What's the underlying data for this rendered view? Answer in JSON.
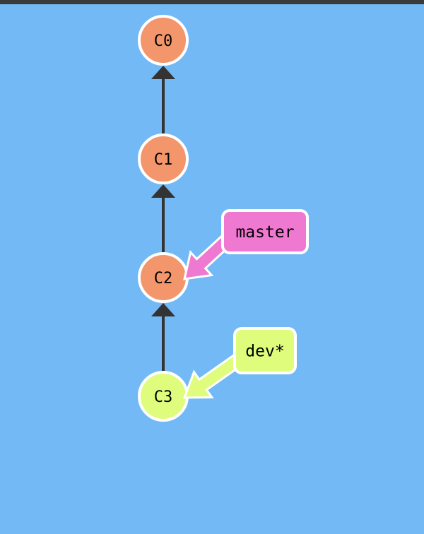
{
  "colors": {
    "background": "#72b9f5",
    "top_bar": "#3a3a3a",
    "edge": "#333333",
    "commit_default": "#f3966b",
    "commit_current": "#dffc7d",
    "outline": "#ffffff",
    "text": "#000000"
  },
  "commits": [
    {
      "id": "C0",
      "color": "commit_default"
    },
    {
      "id": "C1",
      "color": "commit_default"
    },
    {
      "id": "C2",
      "color": "commit_default"
    },
    {
      "id": "C3",
      "color": "commit_current"
    }
  ],
  "edges": [
    {
      "from": "C1",
      "to": "C0"
    },
    {
      "from": "C2",
      "to": "C1"
    },
    {
      "from": "C3",
      "to": "C2"
    }
  ],
  "branches": [
    {
      "name": "master",
      "target": "C2",
      "color": "#ef78d0"
    },
    {
      "name": "dev*",
      "target": "C3",
      "color": "#dffc7d"
    }
  ]
}
